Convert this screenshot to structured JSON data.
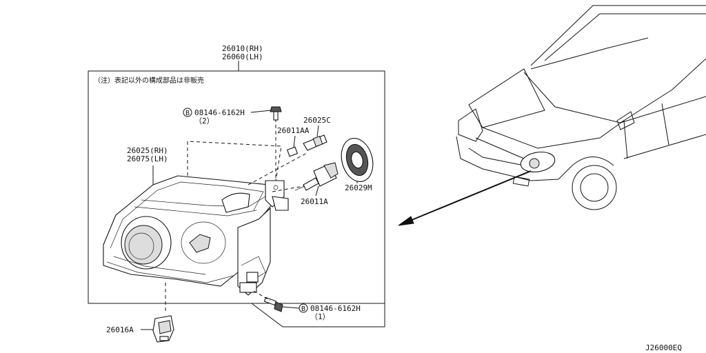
{
  "assembly": {
    "part_rh": "26010(RH)",
    "part_lh": "26060(LH)",
    "note": "（注）表記以外の構成部品は非販売"
  },
  "parts": {
    "bolt_upper_code": "08146-6162H",
    "bolt_upper_qty": "（2）",
    "bolt_lower_code": "08146-6162H",
    "bolt_lower_qty": "（1）",
    "bolt_marker": "B",
    "p26025c": "26025C",
    "p26011aa": "26011AA",
    "p26025_rh": "26025(RH)",
    "p26075_lh": "26075(LH)",
    "p26029m": "26029M",
    "p26011a": "26011A",
    "p26016a": "26016A"
  },
  "diagram_code": "J26000EQ"
}
